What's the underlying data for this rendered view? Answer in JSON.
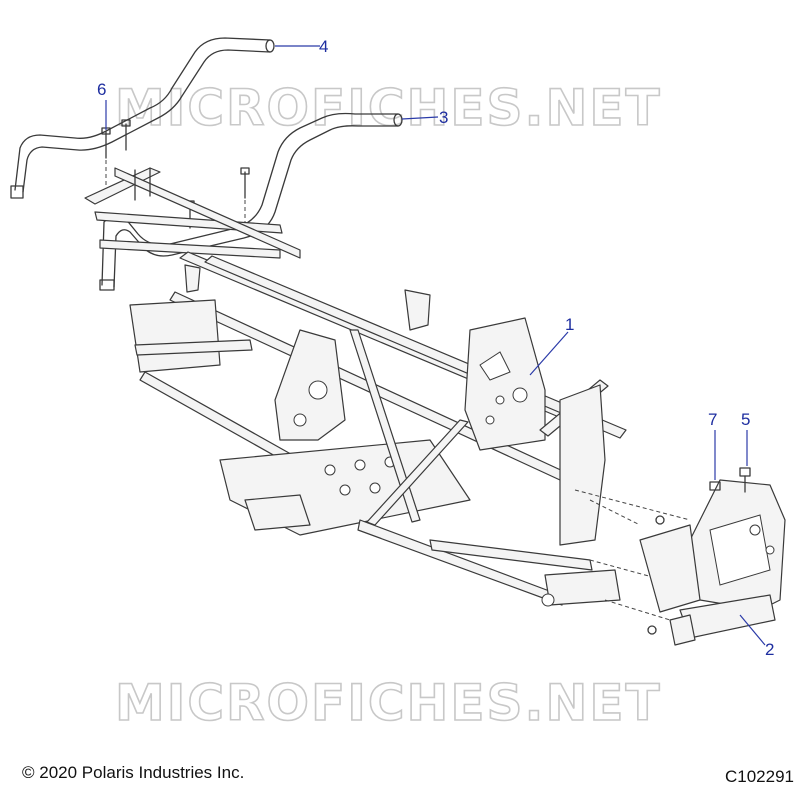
{
  "watermark": "MICROFICHES.NET",
  "callouts": [
    {
      "id": "c1",
      "label": "1"
    },
    {
      "id": "c2",
      "label": "2"
    },
    {
      "id": "c3",
      "label": "3"
    },
    {
      "id": "c4",
      "label": "4"
    },
    {
      "id": "c5",
      "label": "5"
    },
    {
      "id": "c6",
      "label": "6"
    },
    {
      "id": "c7",
      "label": "7"
    }
  ],
  "copyright": "© 2020 Polaris Industries Inc.",
  "figure_id": "C102291",
  "colors": {
    "callout": "#1e2ea0",
    "line": "#3a3a3a",
    "watermark": "#c8c8c8"
  }
}
